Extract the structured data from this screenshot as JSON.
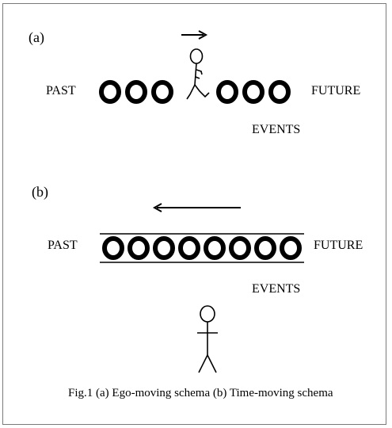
{
  "panel_a": {
    "label": "(a)",
    "past_label": "PAST",
    "future_label": "FUTURE",
    "events_label": "EVENTS",
    "events_before_ego": 3,
    "events_after_ego": 3,
    "arrow_direction": "right"
  },
  "panel_b": {
    "label": "(b)",
    "past_label": "PAST",
    "future_label": "FUTURE",
    "events_label": "EVENTS",
    "event_count": 8,
    "arrow_direction": "left"
  },
  "caption": "Fig.1 (a) Ego-moving schema (b) Time-moving schema",
  "colors": {
    "ink": "#000000",
    "frame": "#7a7a7a",
    "background": "#ffffff"
  }
}
